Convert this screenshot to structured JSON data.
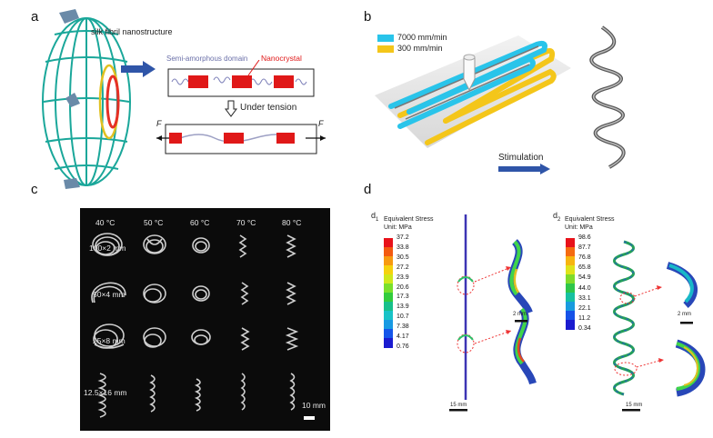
{
  "panels": {
    "a": {
      "label": "a",
      "fibril_label": "silk fibril nanostructure",
      "semi_label": "Semi-amorphous domain",
      "nano_label": "Nanocrystal",
      "tension_label": "Under tension",
      "force_left": "F",
      "force_right": "F"
    },
    "b": {
      "label": "b",
      "legend": [
        {
          "label": "7000 mm/min",
          "color": "#29c4ea"
        },
        {
          "label": "300 mm/min",
          "color": "#f4c61a"
        }
      ],
      "stimulation_label": "Stimulation"
    },
    "c": {
      "label": "c",
      "columns": [
        "40 °C",
        "50 °C",
        "60 °C",
        "70 °C",
        "80 °C"
      ],
      "rows": [
        "100×2 mm",
        "50×4 mm",
        "25×8 mm",
        "12.5×16 mm"
      ],
      "scale_label": "10 mm"
    },
    "d": {
      "label": "d",
      "d1": {
        "label": "d",
        "sub": "1",
        "title": "Equivalent Stress",
        "unit": "Unit: MPa",
        "ticks": [
          "37.2",
          "33.8",
          "30.5",
          "27.2",
          "23.9",
          "20.6",
          "17.3",
          "13.9",
          "10.7",
          "7.38",
          "4.17",
          "0.76"
        ],
        "scale_main": "15 mm",
        "scale_zoom": "2 mm"
      },
      "d2": {
        "label": "d",
        "sub": "2",
        "title": "Equivalent Stress",
        "unit": "Unit: MPa",
        "ticks": [
          "98.6",
          "87.7",
          "76.8",
          "65.8",
          "54.9",
          "44.0",
          "33.1",
          "22.1",
          "11.2",
          "0.34"
        ],
        "scale_main": "15 mm",
        "scale_zoom": "2 mm"
      }
    }
  },
  "colors": {
    "colorbar_12": [
      "#e8121a",
      "#f35a10",
      "#f79a10",
      "#f5d20e",
      "#cfe81b",
      "#79e02b",
      "#32cc3c",
      "#17c08a",
      "#18c3c7",
      "#189ae3",
      "#1556ea",
      "#1a1bd0"
    ],
    "colorbar_10": [
      "#e8121a",
      "#f56b10",
      "#f7b50f",
      "#dfe31a",
      "#7fdb2a",
      "#2ec64a",
      "#16c1a1",
      "#189bdf",
      "#1652e8",
      "#1a1bcf"
    ],
    "arrow_blue": "#2f55a8",
    "arrow_red": "#e32020"
  }
}
